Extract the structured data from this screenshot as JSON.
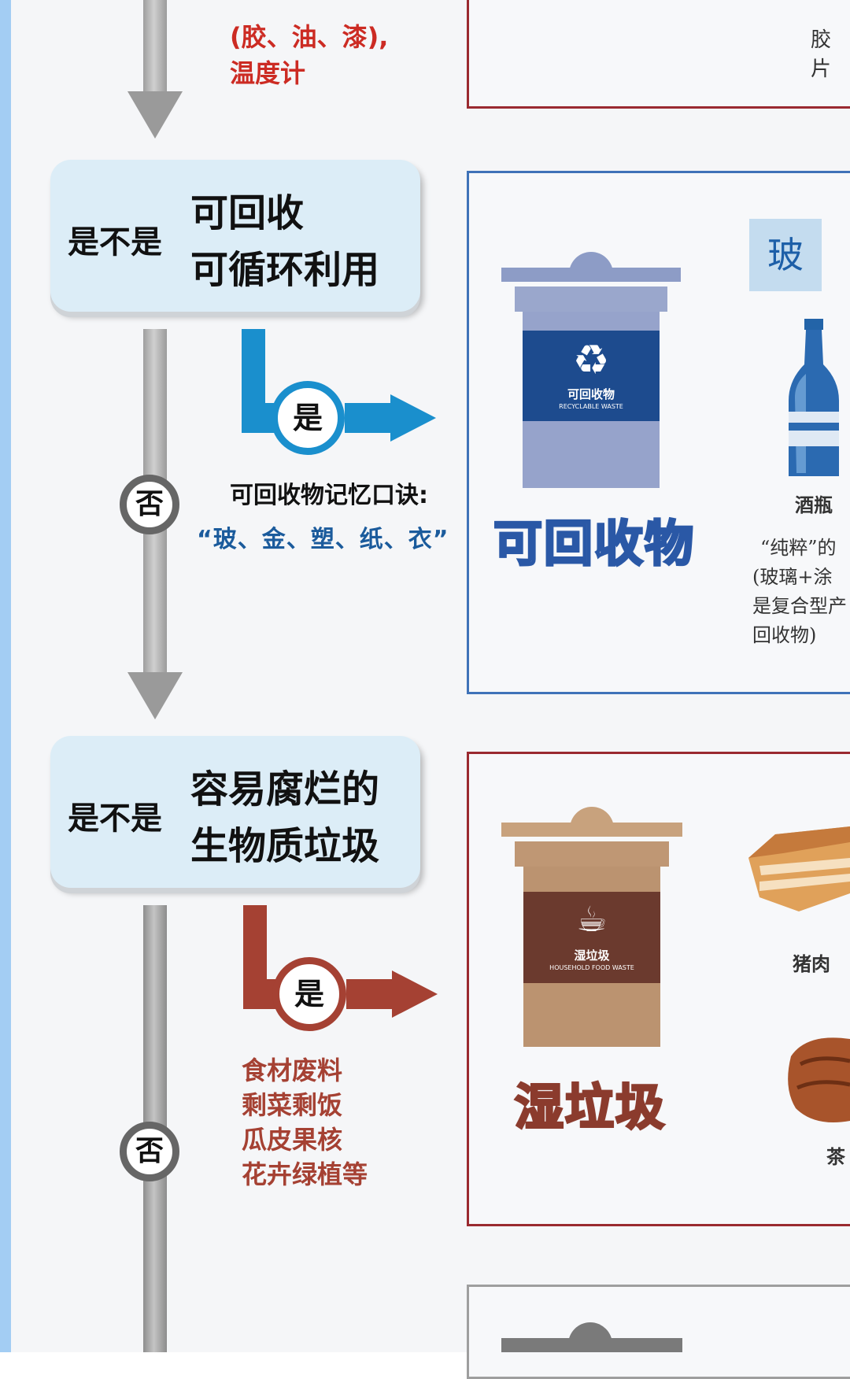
{
  "colors": {
    "recycle_blue": "#1a8fcd",
    "recycle_dark": "#1b4d8c",
    "wet_brown": "#a54133",
    "hazard_red": "#cc2b23",
    "frame_blue": "#3f72b8",
    "frame_red": "#9a2a30"
  },
  "hazard_section": {
    "line1": "(胶、油、漆),",
    "line2": "温度计",
    "right_text": "胶片"
  },
  "recyclable": {
    "question_lead": "是不是",
    "question_line1": "可回收",
    "question_line2": "可循环利用",
    "yes_label": "是",
    "no_label": "否",
    "mnemonic_title": "可回收物记忆口诀:",
    "mnemonic_text": "“玻、金、塑、纸、衣”",
    "bin_label_cn": "可回收物",
    "bin_label_en": "RECYCLABLE WASTE",
    "bin_icon": "recycle-icon",
    "category_title": "可回收物",
    "glass_tag": "玻",
    "item_name": "酒瓶",
    "item_icon": "bottle-icon",
    "note_line1": "“纯粹”的",
    "note_line2": "(玻璃+涂",
    "note_line3": "是复合型产",
    "note_line4": "回收物)"
  },
  "wet": {
    "question_lead": "是不是",
    "question_line1": "容易腐烂的",
    "question_line2": "生物质垃圾",
    "yes_label": "是",
    "no_label": "否",
    "examples": [
      "食材废料",
      "剩菜剩饭",
      "瓜皮果核",
      "花卉绿植等"
    ],
    "bin_label_cn": "湿垃圾",
    "bin_label_en": "HOUSEHOLD FOOD WASTE",
    "bin_icon": "food-waste-icon",
    "category_title": "湿垃圾",
    "item1": "猪肉",
    "item1_icon": "pork-icon",
    "item2": "茶",
    "item2_icon": "tea-leaves-icon"
  }
}
